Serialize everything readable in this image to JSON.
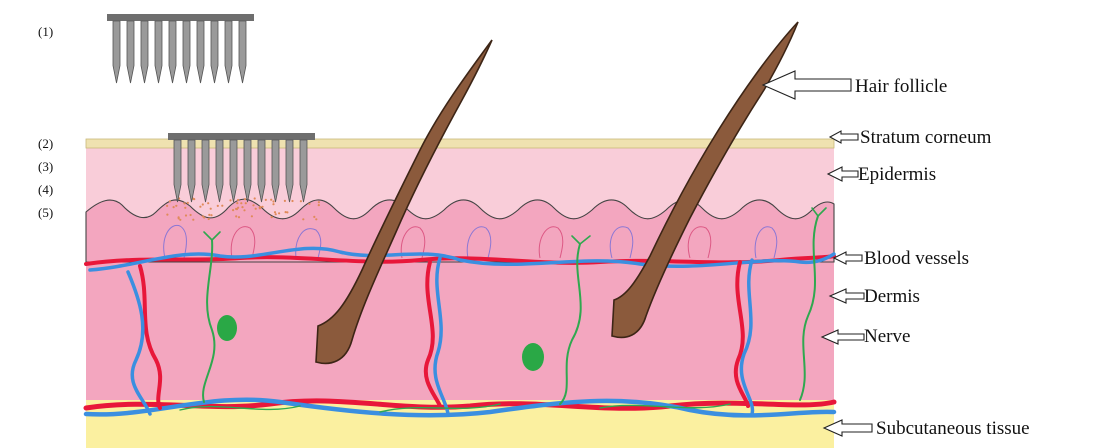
{
  "steps": [
    "(1)",
    "(2)",
    "(3)",
    "(4)",
    "(5)"
  ],
  "labels": {
    "hair_follicle": "Hair follicle",
    "stratum_corneum": "Stratum corneum",
    "epidermis": "Epidermis",
    "blood_vessels": "Blood vessels",
    "dermis": "Dermis",
    "nerve": "Nerve",
    "subcutaneous_tissue": "Subcutaneous tissue"
  },
  "colors": {
    "stratum_corneum": "#efe2b0",
    "epidermis": "#f9cdd9",
    "dermis": "#f3a6bf",
    "subcutaneous": "#fbf0a0",
    "hair": "#8b5a3c",
    "artery": "#e8173a",
    "vein": "#3b8fe0",
    "nerve": "#2fa84f",
    "needle": "#8a8a8a",
    "needle_base": "#6e6e6e"
  }
}
